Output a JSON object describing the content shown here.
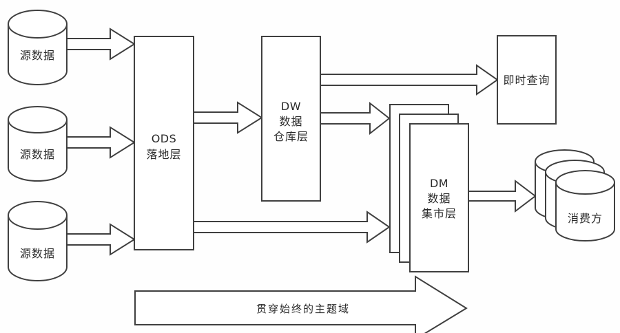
{
  "colors": {
    "line": "#3f3f3f",
    "text": "#2a2a2a",
    "canvas": "#fefefe"
  },
  "nodes": {
    "source1": {
      "label": "源数据",
      "shape": "cylinder"
    },
    "source2": {
      "label": "源数据",
      "shape": "cylinder"
    },
    "source3": {
      "label": "源数据",
      "shape": "cylinder"
    },
    "ods": {
      "lines": [
        "ODS",
        "落地层"
      ],
      "shape": "box"
    },
    "dw": {
      "lines": [
        "DW",
        "数据",
        "仓库层"
      ],
      "shape": "box"
    },
    "instant_query": {
      "label": "即时查询",
      "shape": "box"
    },
    "dm": {
      "lines": [
        "DM",
        "数据",
        "集市层"
      ],
      "shape": "stacked-box"
    },
    "consumer": {
      "label": "消费方",
      "shape": "cylinder-stack"
    }
  },
  "flows": [
    {
      "from": "source1",
      "to": "ods"
    },
    {
      "from": "source2",
      "to": "ods"
    },
    {
      "from": "source3",
      "to": "ods"
    },
    {
      "from": "ods",
      "to": "dw"
    },
    {
      "from": "dw",
      "to": "instant_query"
    },
    {
      "from": "dw",
      "to": "dm"
    },
    {
      "from": "ods",
      "to": "dm"
    },
    {
      "from": "dm",
      "to": "consumer"
    }
  ],
  "bottom_arrow": {
    "label": "贯穿始终的主题域"
  }
}
